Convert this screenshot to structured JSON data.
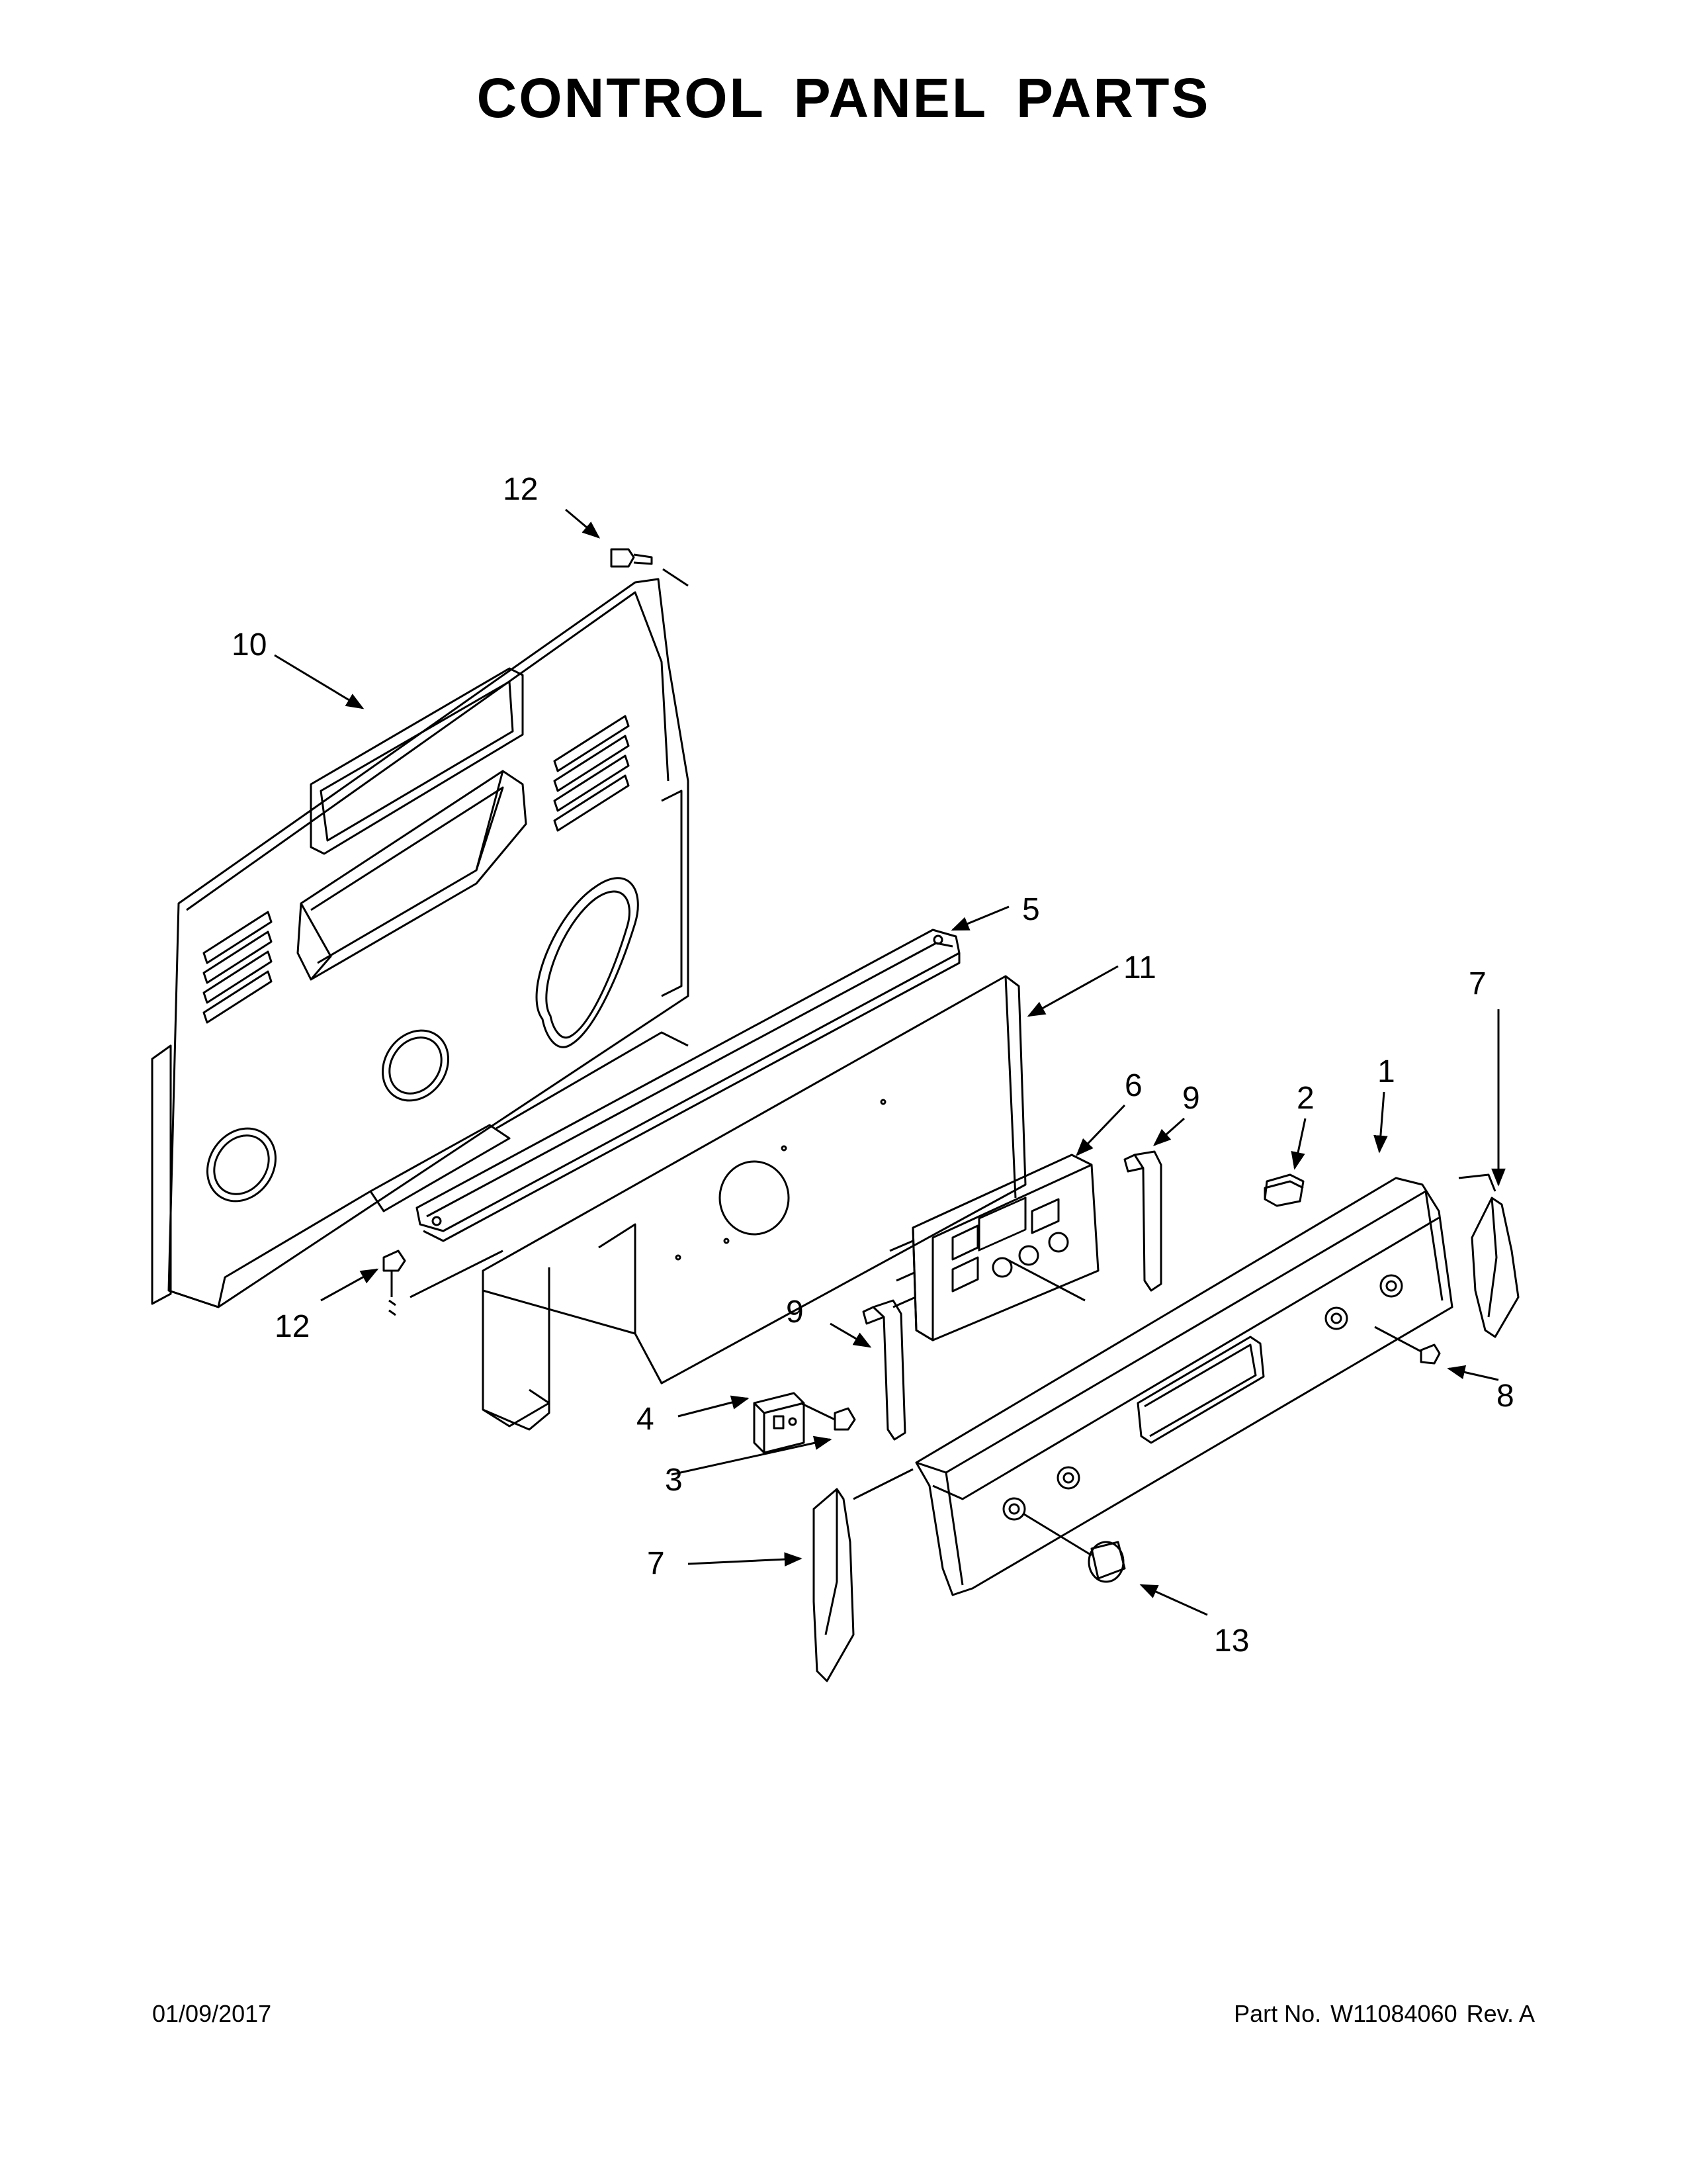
{
  "title": "CONTROL PANEL PARTS",
  "callouts": {
    "c1": "1",
    "c2": "2",
    "c3": "3",
    "c4": "4",
    "c5": "5",
    "c6": "6",
    "c7a": "7",
    "c7b": "7",
    "c8": "8",
    "c9a": "9",
    "c9b": "9",
    "c10": "10",
    "c11": "11",
    "c12a": "12",
    "c12b": "12",
    "c13": "13"
  },
  "footer": {
    "date": "01/09/2017",
    "part_label": "Part No.",
    "part_number": "W11084060",
    "revision": "Rev.  A"
  }
}
